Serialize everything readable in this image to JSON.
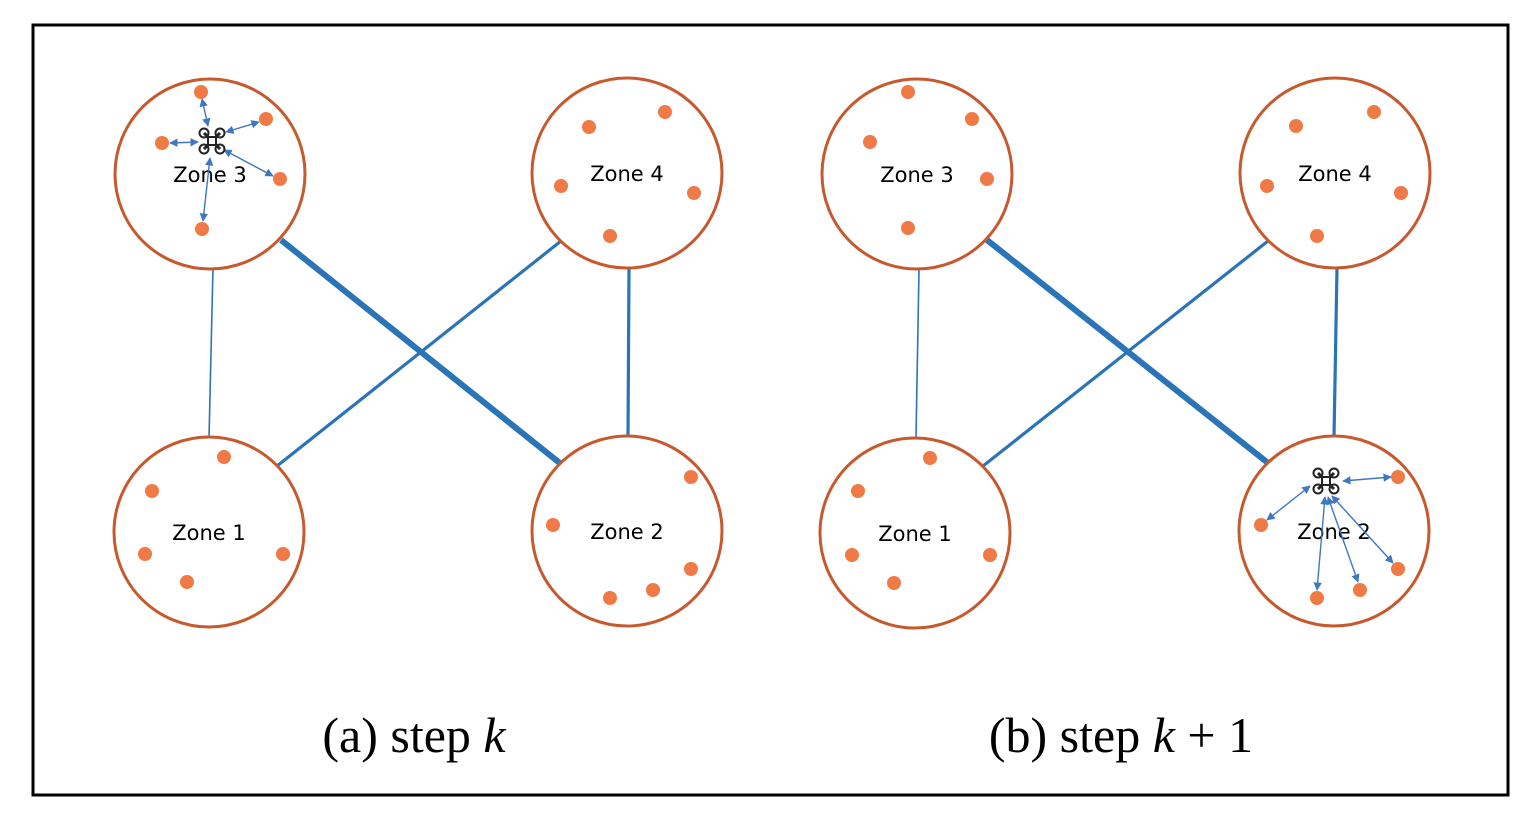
{
  "panels": [
    {
      "id": "a",
      "caption": {
        "prefix": "(a) step",
        "math": "k",
        "suffix": ""
      },
      "drone_zone": "3",
      "zones": [
        {
          "id": "3",
          "label": "Zone 3"
        },
        {
          "id": "4",
          "label": "Zone 4"
        },
        {
          "id": "1",
          "label": "Zone 1"
        },
        {
          "id": "2",
          "label": "Zone 2"
        }
      ]
    },
    {
      "id": "b",
      "caption": {
        "prefix": "(b) step",
        "math": "k",
        "suffix": " + 1"
      },
      "drone_zone": "2",
      "zones": [
        {
          "id": "3",
          "label": "Zone 3"
        },
        {
          "id": "4",
          "label": "Zone 4"
        },
        {
          "id": "1",
          "label": "Zone 1"
        },
        {
          "id": "2",
          "label": "Zone 2"
        }
      ]
    }
  ],
  "edges": [
    {
      "from": "3",
      "to": "1",
      "weight": "thin"
    },
    {
      "from": "3",
      "to": "2",
      "weight": "thick"
    },
    {
      "from": "1",
      "to": "4",
      "weight": "medium"
    },
    {
      "from": "4",
      "to": "2",
      "weight": "medium"
    }
  ],
  "colors": {
    "zone_outline": "#c65a2e",
    "sensor_dot": "#f07a45",
    "edge": "#2a74b8",
    "comm_arrow": "#3f78c0",
    "frame": "#000000"
  },
  "icons": {
    "sensor": "sensor-node-icon",
    "drone": "drone-icon"
  }
}
